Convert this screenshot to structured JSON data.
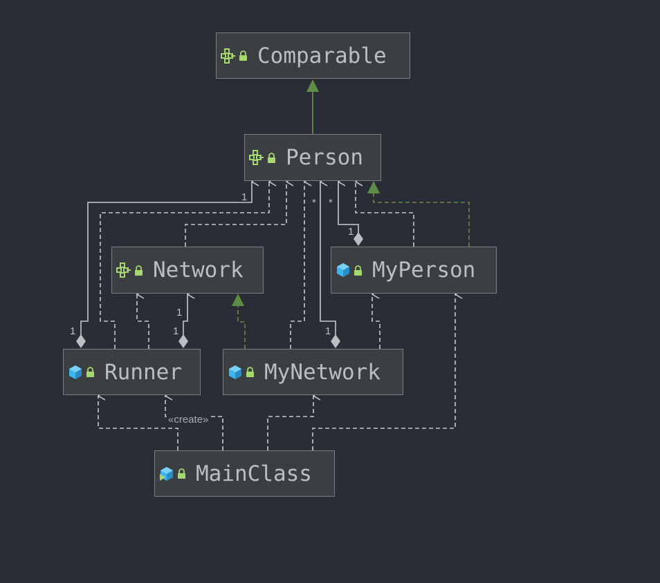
{
  "diagram": {
    "nodes": {
      "comparable": {
        "name": "Comparable",
        "kind": "interface-icon"
      },
      "person": {
        "name": "Person",
        "kind": "interface-icon"
      },
      "network": {
        "name": "Network",
        "kind": "interface-icon"
      },
      "myperson": {
        "name": "MyPerson",
        "kind": "class-icon"
      },
      "runner": {
        "name": "Runner",
        "kind": "class-icon"
      },
      "mynetwork": {
        "name": "MyNetwork",
        "kind": "class-icon"
      },
      "mainclass": {
        "name": "MainClass",
        "kind": "main-class-icon"
      }
    },
    "multiplicities": {
      "runner_person_one": "1",
      "network_person_star": "*",
      "mynetwork_person_star": "*",
      "myperson_person_one": "1",
      "runner_person_diamond_one": "1",
      "runner_network_one": "1",
      "mynetwork_network_one": "1"
    },
    "stereotypes": {
      "mainclass_runner_create": "«create»"
    },
    "colors": {
      "background": "#2b2d36",
      "node_fill": "#3c3f41",
      "node_border": "#7b7e80",
      "text": "#bcbec4",
      "edge": "#c8c9cc",
      "realization": "#5e8d4a",
      "interface_icon": "#a6d86f",
      "class_icon": "#3fb4ef",
      "lock_icon": "#a6d86f"
    }
  }
}
